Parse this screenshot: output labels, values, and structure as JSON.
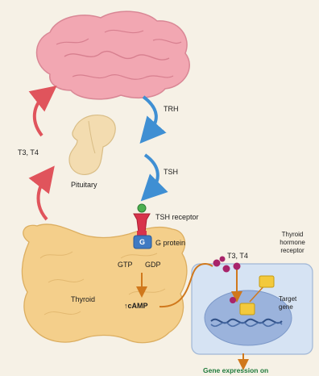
{
  "labels": {
    "trh": "TRH",
    "tsh": "TSH",
    "t3t4_feedback": "T3, T4",
    "pituitary": "Pituitary",
    "tsh_receptor": "TSH receptor",
    "g_letter": "G",
    "g_protein": "G protein",
    "gtp": "GTP",
    "gdp": "GDP",
    "thyroid": "Thyroid",
    "camp": "↑cAMP",
    "t3t4_hormone": "T3, T4",
    "receptor_line1": "Thyroid",
    "receptor_line2": "hormone",
    "receptor_line3": "receptor",
    "target_line1": "Target",
    "target_line2": "gene",
    "gene_expression": "Gene expression on"
  },
  "colors": {
    "brain": "#f2a7b2",
    "pituitary": "#f3dcb0",
    "thyroid": "#f4cf8b",
    "cell": "#d6e3f3",
    "nucleus": "#9bb3dc",
    "stimulatory_arrow": "#3f8fd3",
    "feedback_arrow": "#e0545c",
    "pathway_arrow": "#d0781c",
    "receptor": "#d8334b",
    "g_protein": "#3f7ac2",
    "hormone": "#a8236a",
    "receptor_box": "#f3c93c",
    "text_green": "#1f7a3a"
  }
}
